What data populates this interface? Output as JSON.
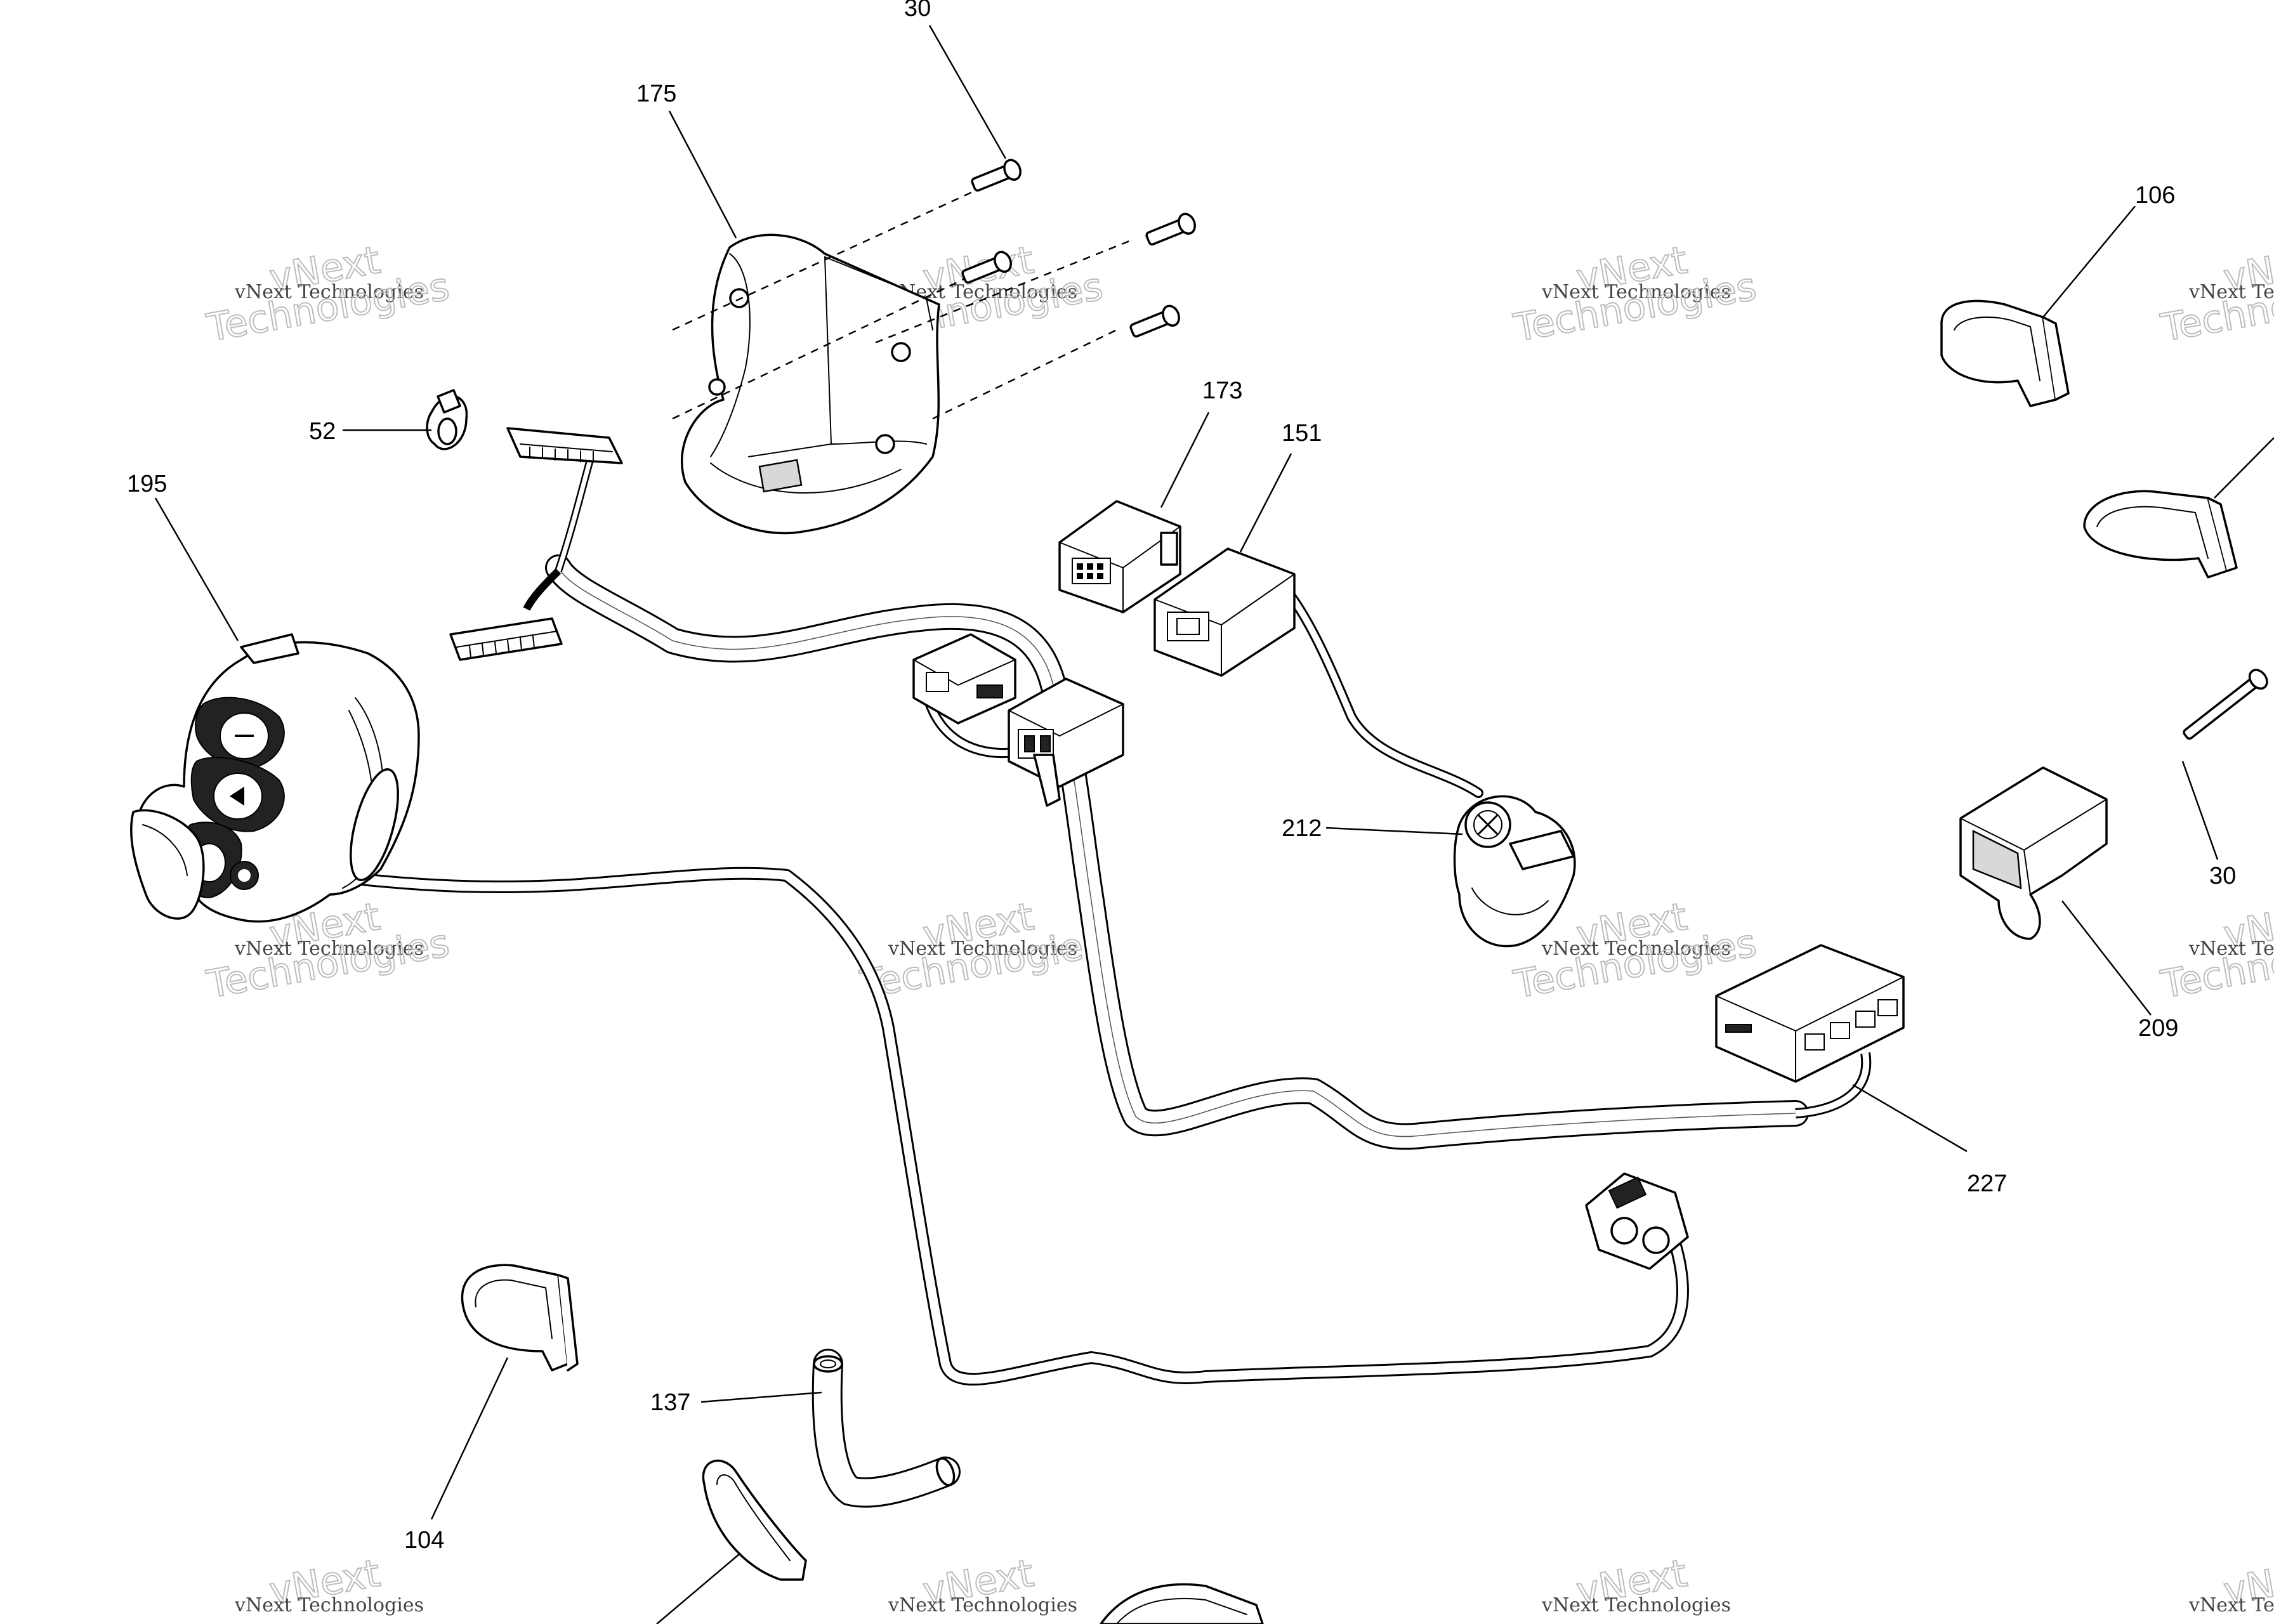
{
  "watermark": {
    "line1": "vNext",
    "line2": "vNext Technologies",
    "line3": "Technologies"
  },
  "parts": [
    {
      "id": "30a",
      "label": "30"
    },
    {
      "id": "175",
      "label": "175"
    },
    {
      "id": "106",
      "label": "106"
    },
    {
      "id": "52",
      "label": "52"
    },
    {
      "id": "195",
      "label": "195"
    },
    {
      "id": "173",
      "label": "173"
    },
    {
      "id": "151",
      "label": "151"
    },
    {
      "id": "212",
      "label": "212"
    },
    {
      "id": "30b",
      "label": "30"
    },
    {
      "id": "209",
      "label": "209"
    },
    {
      "id": "227",
      "label": "227"
    },
    {
      "id": "137",
      "label": "137"
    },
    {
      "id": "104",
      "label": "104"
    }
  ]
}
